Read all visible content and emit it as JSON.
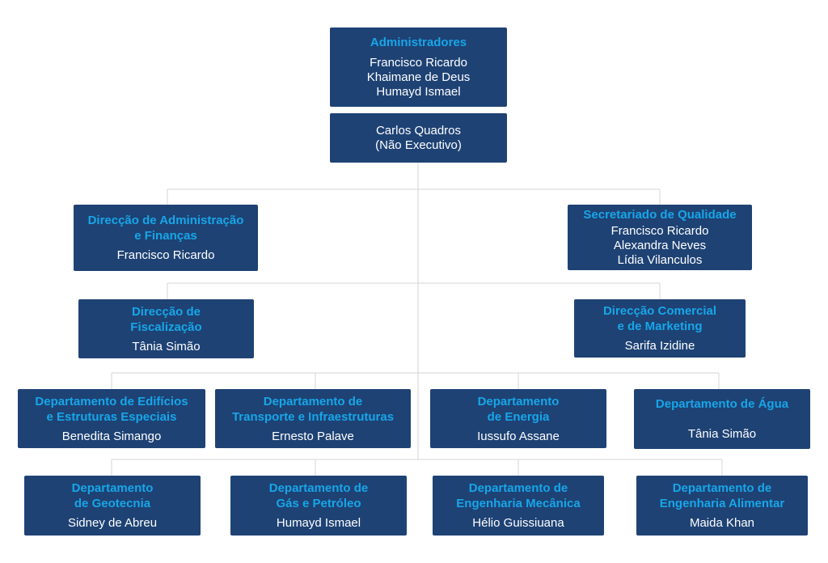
{
  "nodes": {
    "board": {
      "title": "Administradores",
      "people": "Francisco Ricardo\nKhaimane de Deus\nHumayd Ismael"
    },
    "carlos": {
      "title": "",
      "people": "Carlos Quadros\n(Não Executivo)"
    },
    "finance": {
      "title": "Direcção de Administração\ne Finanças",
      "people": "Francisco Ricardo"
    },
    "quality": {
      "title": "Secretariado de Qualidade",
      "people": "Francisco Ricardo\nAlexandra Neves\nLídia Vilanculos"
    },
    "inspection": {
      "title": "Direcção de\nFiscalização",
      "people": "Tânia Simão"
    },
    "commercial": {
      "title": "Direcção Comercial\ne de Marketing",
      "people": "Sarifa Izidine"
    },
    "buildings": {
      "title": "Departamento de Edifícios\ne Estruturas Especiais",
      "people": "Benedita Simango"
    },
    "transport": {
      "title": "Departamento de\nTransporte e Infraestruturas",
      "people": "Ernesto Palave"
    },
    "energy": {
      "title": "Departamento\nde Energia",
      "people": "Iussufo Assane"
    },
    "water": {
      "title": "Departamento de Água",
      "people": "Tânia Simão"
    },
    "geotech": {
      "title": "Departamento\nde Geotecnia",
      "people": "Sidney de Abreu"
    },
    "gas": {
      "title": "Departamento de\nGás e Petróleo",
      "people": "Humayd Ismael"
    },
    "mechanical": {
      "title": "Departamento de\nEngenharia Mecânica",
      "people": "Hélio Guissiuana"
    },
    "food": {
      "title": "Departamento de\nEngenharia Alimentar",
      "people": "Maida Khan"
    }
  },
  "colors": {
    "box": "#1e4274",
    "title": "#17a6e8",
    "text": "#ffffff",
    "connector": "#d4d4d4"
  }
}
